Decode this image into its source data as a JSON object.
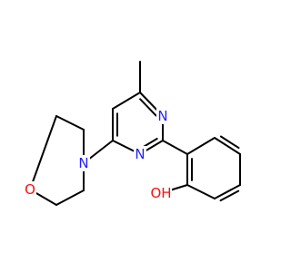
{
  "molecule": {
    "colors": {
      "bond": "#000000",
      "nitrogen": "#1f1fff",
      "oxygen": "#ff0d0d"
    },
    "atoms": {
      "n_ring_upper": {
        "label": "N",
        "element": "nitrogen"
      },
      "n_ring_lower": {
        "label": "N",
        "element": "nitrogen"
      },
      "n_morpholine": {
        "label": "N",
        "element": "nitrogen"
      },
      "o_morpholine": {
        "label": "O",
        "element": "oxygen"
      },
      "o_hydroxyl": {
        "label": "OH",
        "element": "oxygen"
      }
    }
  }
}
